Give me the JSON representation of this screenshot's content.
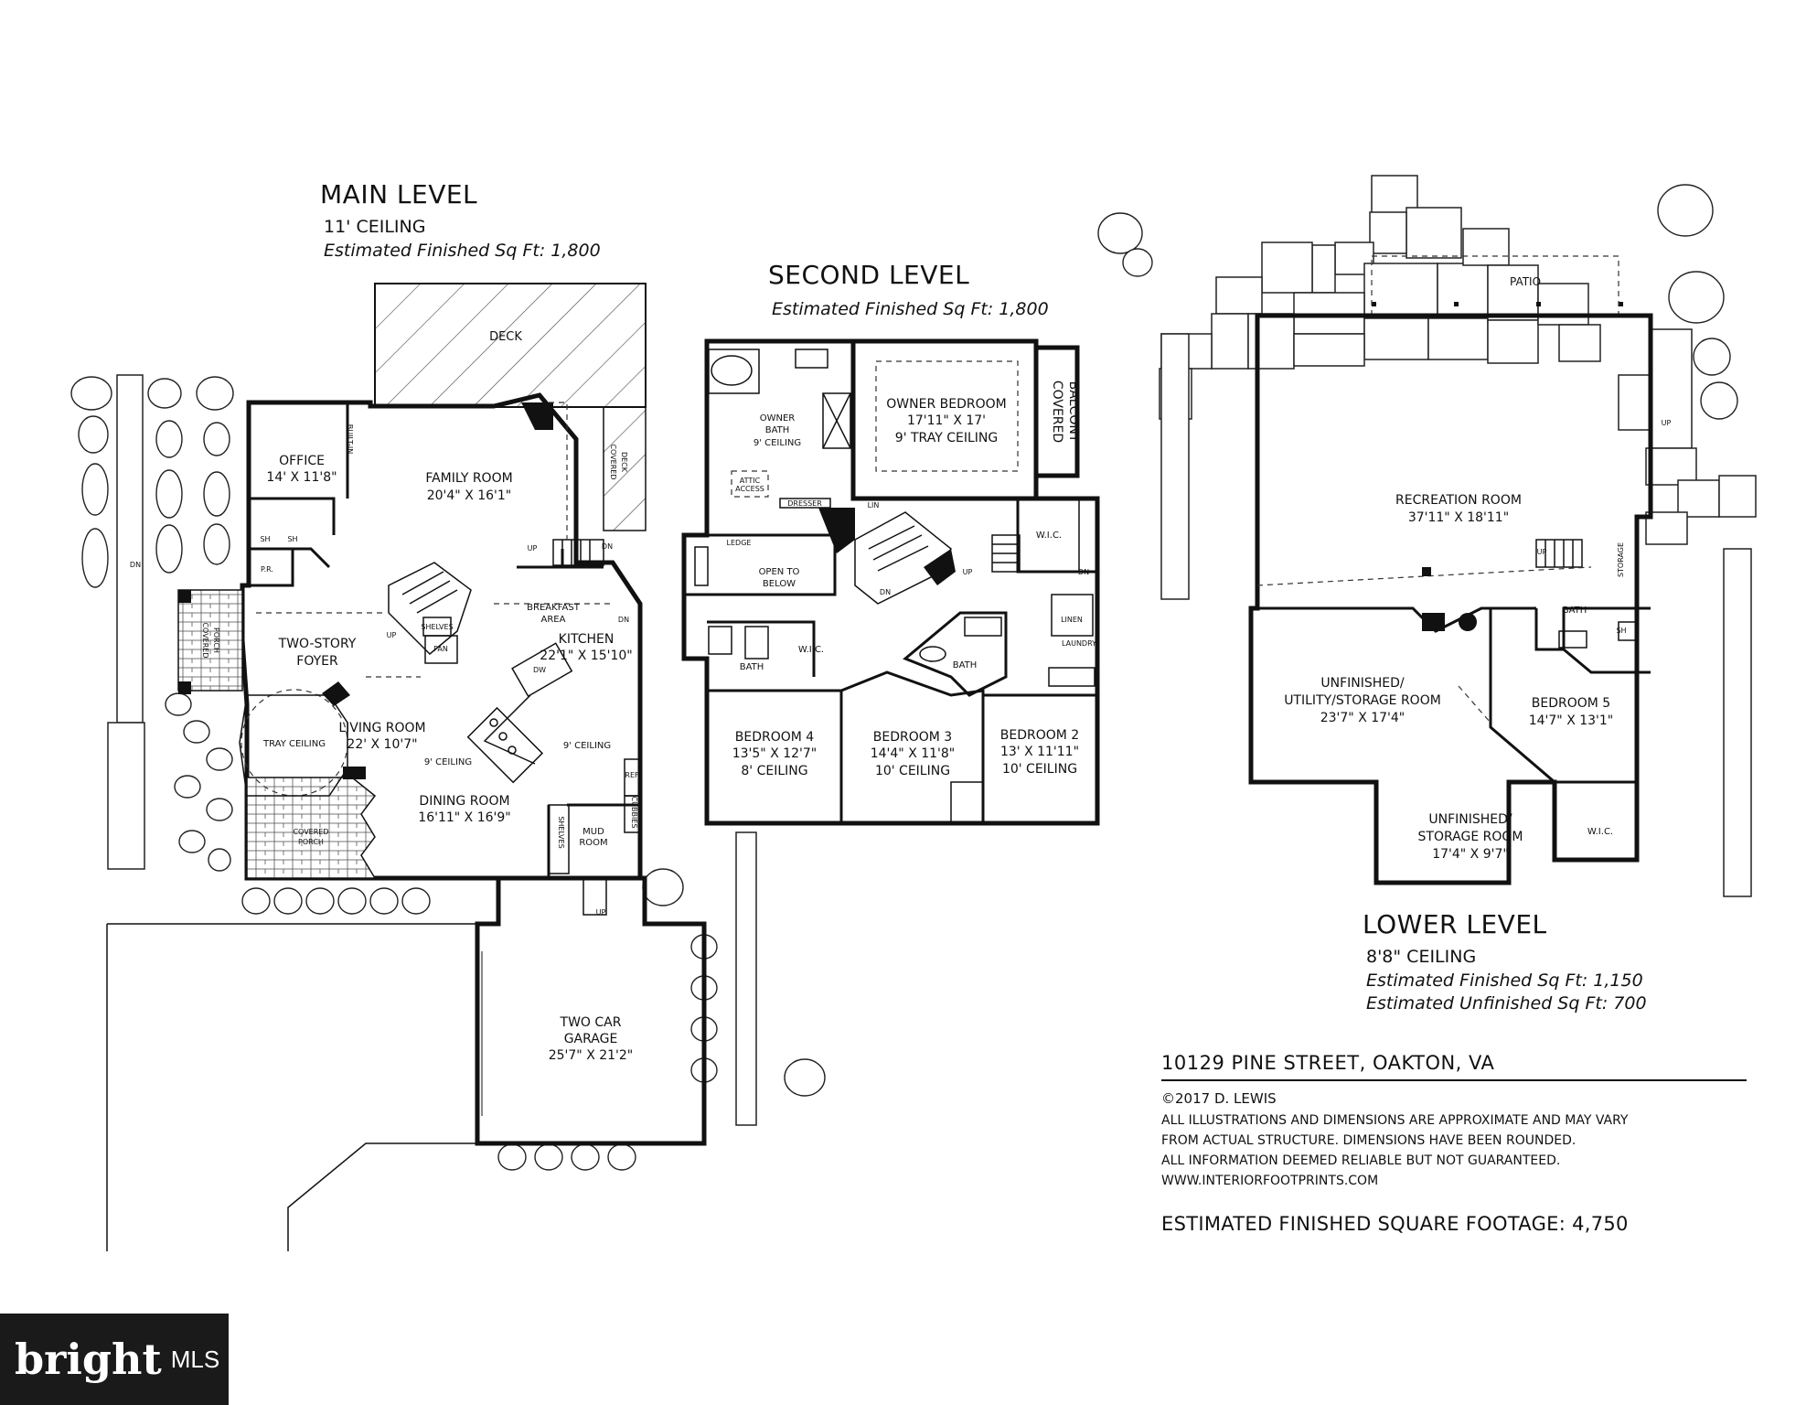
{
  "main_level": {
    "title": "MAIN LEVEL",
    "ceiling": "11' CEILING",
    "sqft": "Estimated Finished Sq Ft: 1,800",
    "rooms": {
      "deck": "DECK",
      "office_name": "OFFICE",
      "office_dim": "14' X 11'8\"",
      "family_name": "FAMILY ROOM",
      "family_dim": "20'4\" X 16'1\"",
      "covered_deck_1": "COVERED",
      "covered_deck_2": "DECK",
      "pr": "P.R.",
      "sh1": "SH",
      "sh2": "SH",
      "built_in": "BUILT-IN",
      "foyer_1": "TWO-STORY",
      "foyer_2": "FOYER",
      "covered_porch_left_1": "COVERED",
      "covered_porch_left_2": "PORCH",
      "tray_ceiling": "TRAY CEILING",
      "living_name": "LIVING ROOM",
      "living_dim": "22' X 10'7\"",
      "living_ceiling": "9' CEILING",
      "breakfast_1": "BREAKFAST",
      "breakfast_2": "AREA",
      "kitchen_name": "KITCHEN",
      "kitchen_dim": "22'1\" X 15'10\"",
      "kitchen_ceiling": "9' CEILING",
      "pan": "PAN",
      "shelves_main": "SHELVES",
      "dw": "DW",
      "ref": "REF",
      "dining_name": "DINING ROOM",
      "dining_dim": "16'11\" X 16'9\"",
      "covered_porch_front_1": "COVERED",
      "covered_porch_front_2": "PORCH",
      "mud_1": "MUD",
      "mud_2": "ROOM",
      "shelves_mud": "SHELVES",
      "cubbies": "CUBBIES",
      "garage_1": "TWO CAR",
      "garage_2": "GARAGE",
      "garage_dim": "25'7\" X 21'2\"",
      "up1": "UP",
      "up2": "UP",
      "up3": "UP",
      "dn1": "DN",
      "dn2": "DN",
      "dn3": "DN"
    }
  },
  "second_level": {
    "title": "SECOND LEVEL",
    "sqft": "Estimated Finished Sq Ft: 1,800",
    "rooms": {
      "owner_bath_1": "OWNER",
      "owner_bath_2": "BATH",
      "owner_bath_3": "9' CEILING",
      "attic_1": "ATTIC",
      "attic_2": "ACCESS",
      "dresser": "DRESSER",
      "lin": "LIN",
      "owner_bed_name": "OWNER BEDROOM",
      "owner_bed_dim": "17'11\" X 17'",
      "owner_bed_ceiling": "9' TRAY CEILING",
      "balcony_1": "COVERED",
      "balcony_2": "BALCONY",
      "wic_owner": "W.I.C.",
      "ledge": "LEDGE",
      "open_1": "OPEN TO",
      "open_2": "BELOW",
      "bath_left": "BATH",
      "wic_mid": "W.I.C.",
      "bath_mid": "BATH",
      "linen": "LINEN",
      "laundry": "LAUNDRY",
      "bed4_name": "BEDROOM 4",
      "bed4_dim": "13'5\" X 12'7\"",
      "bed4_ceiling": "8' CEILING",
      "bed3_name": "BEDROOM 3",
      "bed3_dim": "14'4\" X 11'8\"",
      "bed3_ceiling": "10' CEILING",
      "bed2_name": "BEDROOM 2",
      "bed2_dim": "13' X 11'11\"",
      "bed2_ceiling": "10' CEILING",
      "up": "UP",
      "dn1": "DN",
      "dn2": "DN"
    }
  },
  "lower_level": {
    "title": "LOWER LEVEL",
    "ceiling": "8'8\" CEILING",
    "sqft_finished": "Estimated Finished Sq Ft: 1,150",
    "sqft_unfinished": "Estimated Unfinished Sq Ft: 700",
    "rooms": {
      "patio": "PATIO",
      "rec_name": "RECREATION ROOM",
      "rec_dim": "37'11\" X 18'11\"",
      "up_patio": "UP",
      "up_stair": "UP",
      "bath": "BATH",
      "sh": "SH",
      "storage_side": "STORAGE",
      "util_1": "UNFINISHED/",
      "util_2": "UTILITY/STORAGE ROOM",
      "util_dim": "23'7\" X 17'4\"",
      "bed5_name": "BEDROOM 5",
      "bed5_dim": "14'7\" X 13'1\"",
      "stor_1": "UNFINISHED/",
      "stor_2": "STORAGE ROOM",
      "stor_dim": "17'4\" X 9'7\"",
      "wic": "W.I.C."
    }
  },
  "notes": {
    "address": "10129 PINE STREET, OAKTON, VA",
    "copyright": "©2017 D. LEWIS",
    "disclaimer_1": "ALL ILLUSTRATIONS AND DIMENSIONS ARE APPROXIMATE AND MAY VARY",
    "disclaimer_2": "FROM ACTUAL STRUCTURE. DIMENSIONS HAVE BEEN ROUNDED.",
    "disclaimer_3": "ALL INFORMATION DEEMED RELIABLE BUT NOT GUARANTEED.",
    "website": "WWW.INTERIORFOOTPRINTS.COM",
    "total": "ESTIMATED FINISHED SQUARE FOOTAGE: 4,750"
  },
  "logo": {
    "brand": "bright",
    "suffix": "MLS"
  },
  "colors": {
    "ink": "#111111",
    "background": "#ffffff",
    "logo_bg": "#1a1a1a"
  }
}
